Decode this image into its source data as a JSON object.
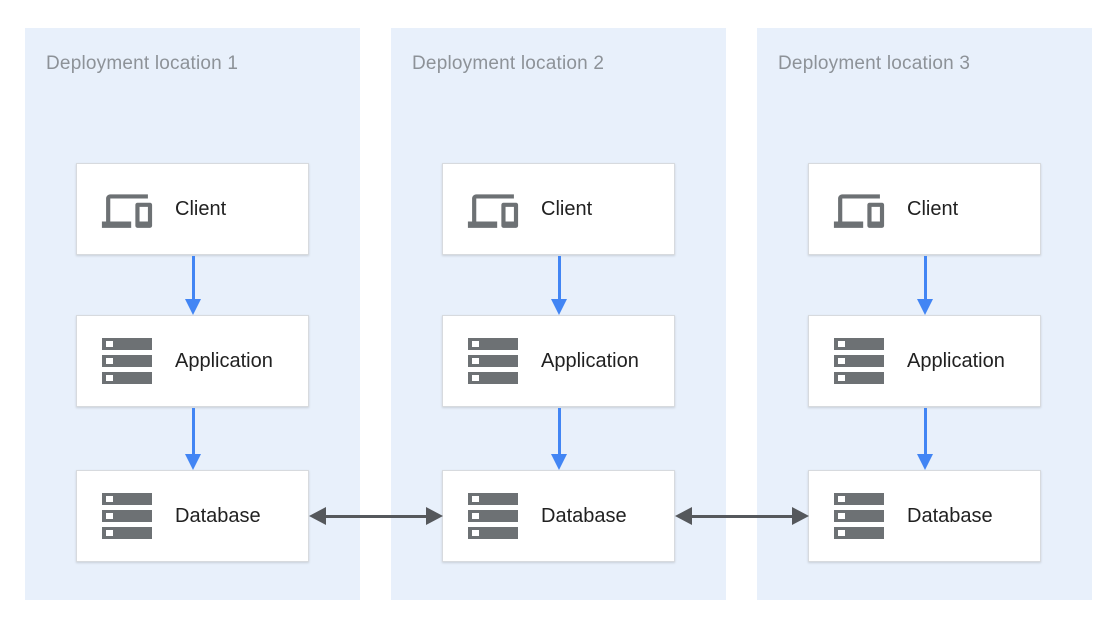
{
  "diagram": {
    "type": "architecture-diagram",
    "description": "Three deployment locations each containing a Client, Application and Database tier; databases replicate bidirectionally across locations",
    "colors": {
      "panel_background": "#e8f0fb",
      "box_background": "#ffffff",
      "box_border": "#d7dade",
      "flow_arrow": "#4285f4",
      "replication_arrow": "#55585c",
      "title_text": "#8d9298",
      "label_text": "#212121",
      "icon_gray": "#6d7174"
    },
    "panels": [
      {
        "title": "Deployment location 1",
        "nodes": [
          {
            "label": "Client",
            "icon": "devices-icon"
          },
          {
            "label": "Application",
            "icon": "storage-icon"
          },
          {
            "label": "Database",
            "icon": "storage-icon"
          }
        ]
      },
      {
        "title": "Deployment location 2",
        "nodes": [
          {
            "label": "Client",
            "icon": "devices-icon"
          },
          {
            "label": "Application",
            "icon": "storage-icon"
          },
          {
            "label": "Database",
            "icon": "storage-icon"
          }
        ]
      },
      {
        "title": "Deployment location 3",
        "nodes": [
          {
            "label": "Client",
            "icon": "devices-icon"
          },
          {
            "label": "Application",
            "icon": "storage-icon"
          },
          {
            "label": "Database",
            "icon": "storage-icon"
          }
        ]
      }
    ],
    "edges": {
      "within_panel": [
        {
          "from": "Client",
          "to": "Application",
          "direction": "down"
        },
        {
          "from": "Application",
          "to": "Database",
          "direction": "down"
        }
      ],
      "between_panels": [
        {
          "from": "Database (location 1)",
          "to": "Database (location 2)",
          "direction": "bidirectional"
        },
        {
          "from": "Database (location 2)",
          "to": "Database (location 3)",
          "direction": "bidirectional"
        }
      ]
    }
  }
}
